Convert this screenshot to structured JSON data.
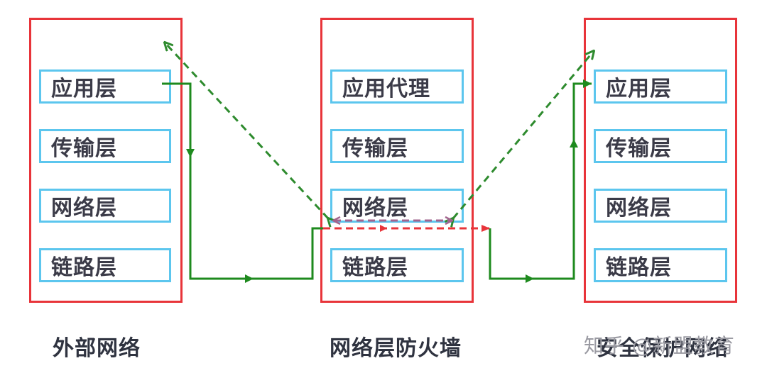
{
  "left": {
    "caption": "外部网络",
    "layers": [
      "应用层",
      "传输层",
      "网络层",
      "链路层"
    ]
  },
  "middle": {
    "caption": "网络层防火墙",
    "layers": [
      "应用代理",
      "传输层",
      "网络层",
      "链路层"
    ]
  },
  "right": {
    "caption": "安全保护网络",
    "layers": [
      "应用层",
      "传输层",
      "网络层",
      "链路层"
    ]
  },
  "watermark": "知乎 @新盟教育",
  "colors": {
    "column_border": "#e8343a",
    "layer_border": "#5cc6ee",
    "data_path": "#1e8a1e",
    "dashed_green": "#2e8b2e",
    "dashed_red": "#e8343a",
    "dashed_purple": "#a2648e"
  }
}
